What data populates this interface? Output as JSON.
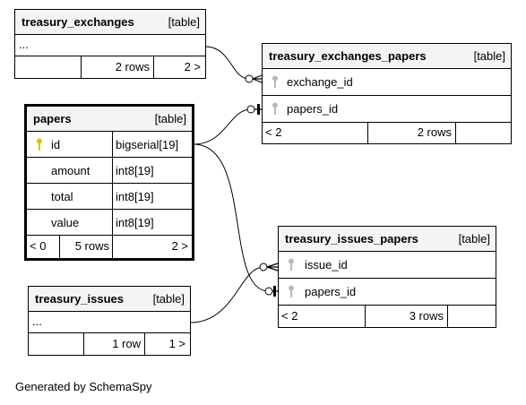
{
  "tables": {
    "treasury_exchanges": {
      "name": "treasury_exchanges",
      "kind": "[table]",
      "ellipsis": "...",
      "rows": "2 rows",
      "children": "2 >"
    },
    "treasury_exchanges_papers": {
      "name": "treasury_exchanges_papers",
      "kind": "[table]",
      "columns": [
        "exchange_id",
        "papers_id"
      ],
      "parents": "< 2",
      "rows": "2 rows"
    },
    "papers": {
      "name": "papers",
      "kind": "[table]",
      "columns": [
        {
          "name": "id",
          "type": "bigserial[19]"
        },
        {
          "name": "amount",
          "type": "int8[19]"
        },
        {
          "name": "total",
          "type": "int8[19]"
        },
        {
          "name": "value",
          "type": "int8[19]"
        }
      ],
      "parents": "< 0",
      "rows": "5 rows",
      "children": "2 >"
    },
    "treasury_issues_papers": {
      "name": "treasury_issues_papers",
      "kind": "[table]",
      "columns": [
        "issue_id",
        "papers_id"
      ],
      "parents": "< 2",
      "rows": "3 rows"
    },
    "treasury_issues": {
      "name": "treasury_issues",
      "kind": "[table]",
      "ellipsis": "...",
      "rows": "1 row",
      "children": "1 >"
    }
  },
  "colors": {
    "primary_key": "#d8c21a",
    "foreign_key": "#b8b8b8",
    "header_bg": "#f4f4f4"
  },
  "footer": "Generated by SchemaSpy"
}
